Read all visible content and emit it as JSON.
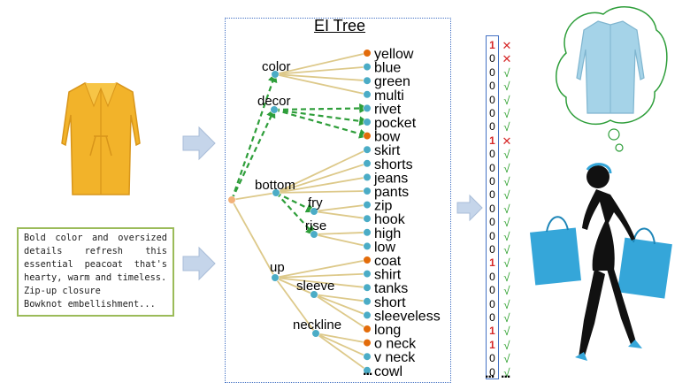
{
  "tree_title": "EI Tree",
  "description": {
    "paragraph": "Bold color and oversized details refresh this essential peacoat that's hearty, warm and timeless.",
    "line2": "Zip-up closure",
    "line3": "Bowknot embellishment..."
  },
  "attributes": [
    {
      "name": "color",
      "values": [
        "yellow",
        "blue",
        "green",
        "multi"
      ]
    },
    {
      "name": "decor",
      "values": [
        "rivet",
        "pocket",
        "bow"
      ]
    },
    {
      "name": "bottom",
      "values": [
        "skirt",
        "shorts",
        "jeans",
        "pants"
      ],
      "children": [
        {
          "name": "fry",
          "values": [
            "zip",
            "hook"
          ]
        },
        {
          "name": "rise",
          "values": [
            "high",
            "low"
          ]
        }
      ]
    },
    {
      "name": "up",
      "values": [
        "coat",
        "shirt",
        "tanks"
      ],
      "children": [
        {
          "name": "sleeve",
          "values": [
            "short",
            "sleeveless",
            "long"
          ]
        },
        {
          "name": "neckline",
          "values": [
            "o neck",
            "v neck",
            "cowl"
          ]
        }
      ]
    }
  ],
  "leaves": [
    "yellow",
    "blue",
    "green",
    "multi",
    "rivet",
    "pocket",
    "bow",
    "skirt",
    "shorts",
    "jeans",
    "pants",
    "zip",
    "hook",
    "high",
    "low",
    "coat",
    "shirt",
    "tanks",
    "short",
    "sleeveless",
    "long",
    "o neck",
    "v neck",
    "cowl"
  ],
  "vector": [
    "1",
    "0",
    "0",
    "0",
    "0",
    "0",
    "0",
    "1",
    "0",
    "0",
    "0",
    "0",
    "0",
    "0",
    "0",
    "0",
    "1",
    "0",
    "0",
    "0",
    "0",
    "1",
    "1",
    "0",
    "0"
  ],
  "marks": [
    "✕",
    "✕",
    "√",
    "√",
    "√",
    "√",
    "√",
    "✕",
    "√",
    "√",
    "√",
    "√",
    "√",
    "√",
    "√",
    "√",
    "√",
    "√",
    "√",
    "√",
    "√",
    "√",
    "√",
    "√",
    "√"
  ],
  "ellipsis": "...",
  "colors": {
    "orange_node": "#e36c0a",
    "blue_node": "#4bacc6",
    "root_node": "#f2b27a",
    "edge": "#ddc98a",
    "dashed_edge": "#2e9e3a",
    "vector_one": "#d62828",
    "mark_check": "#2ca02c",
    "mark_cross": "#d62828",
    "description_border": "#9bbb59",
    "frame": "#4472c4",
    "arrow": "#c5d5ea"
  }
}
